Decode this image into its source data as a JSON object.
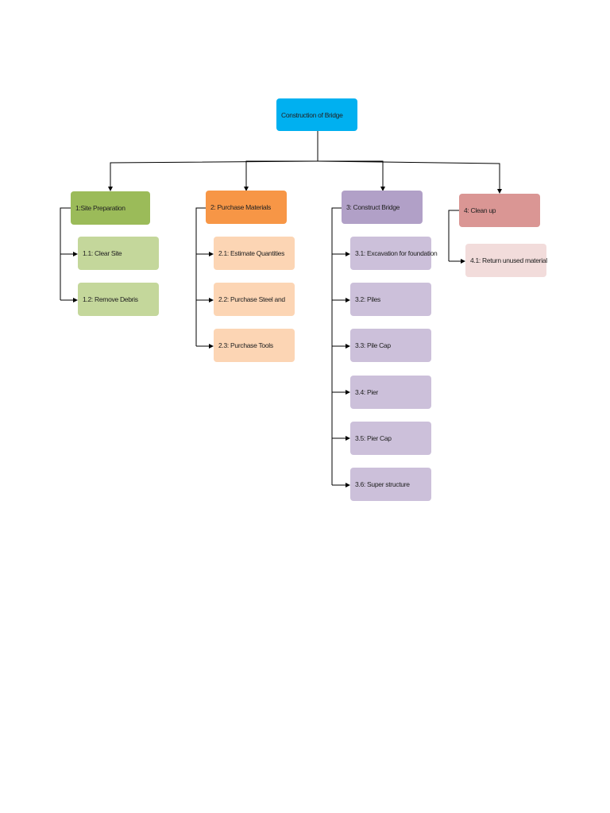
{
  "root": {
    "label": "Construction of Bridge",
    "color": "#00b0f0"
  },
  "branches": [
    {
      "label": "1:Site Preparation",
      "color": "#9bbb59",
      "child_color": "#c4d79b",
      "children": [
        "1.1: Clear Site",
        "1.2: Remove Debris"
      ]
    },
    {
      "label": "2: Purchase Materials",
      "color": "#f79646",
      "child_color": "#fcd5b4",
      "children": [
        "2.1: Estimate Quantities",
        "2.2: Purchase Steel and",
        "2.3:  Purchase Tools"
      ]
    },
    {
      "label": "3: Construct Bridge",
      "color": "#b1a0c7",
      "child_color": "#ccc0da",
      "children": [
        "3.1: Excavation for foundation",
        "3.2: Piles",
        "3.3: Pile Cap",
        "3.4: Pier",
        "3.5: Pier Cap",
        "3.6: Super structure"
      ]
    },
    {
      "label": "4: Clean up",
      "color": "#da9694",
      "child_color": "#f2dcdb",
      "children": [
        "4.1: Return unused material"
      ]
    }
  ]
}
